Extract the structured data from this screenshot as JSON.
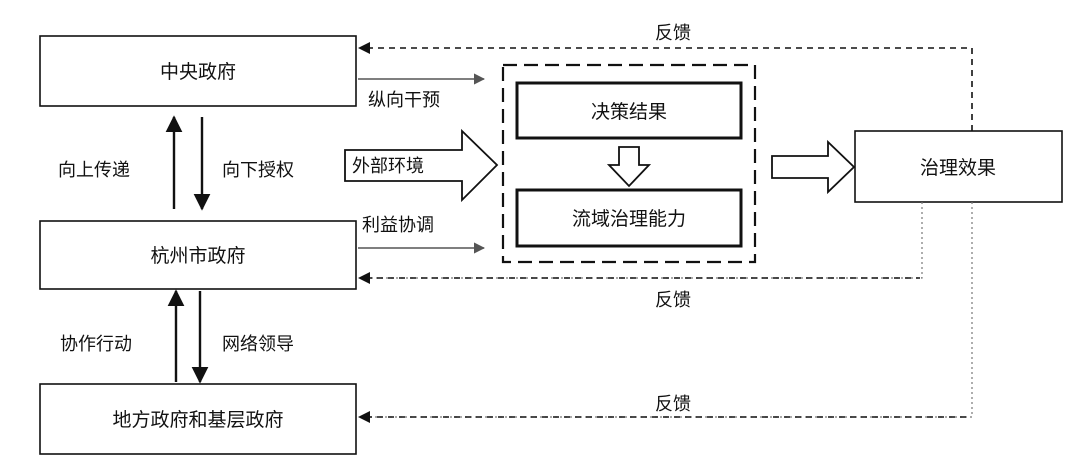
{
  "nodes": {
    "central_government": "中央政府",
    "hangzhou_government": "杭州市政府",
    "local_grassroots_government": "地方政府和基层政府",
    "decision_result": "决策结果",
    "basin_governance_capacity": "流域治理能力",
    "governance_effect": "治理效果"
  },
  "edges": {
    "upward_transmission": "向上传递",
    "downward_authorization": "向下授权",
    "collaborative_action": "协作行动",
    "network_leadership": "网络领导",
    "vertical_intervention": "纵向干预",
    "external_environment": "外部环境",
    "interest_coordination": "利益协调",
    "feedback_top": "反馈",
    "feedback_middle": "反馈",
    "feedback_bottom": "反馈"
  },
  "colors": {
    "line": "#111111",
    "background": "#ffffff"
  }
}
